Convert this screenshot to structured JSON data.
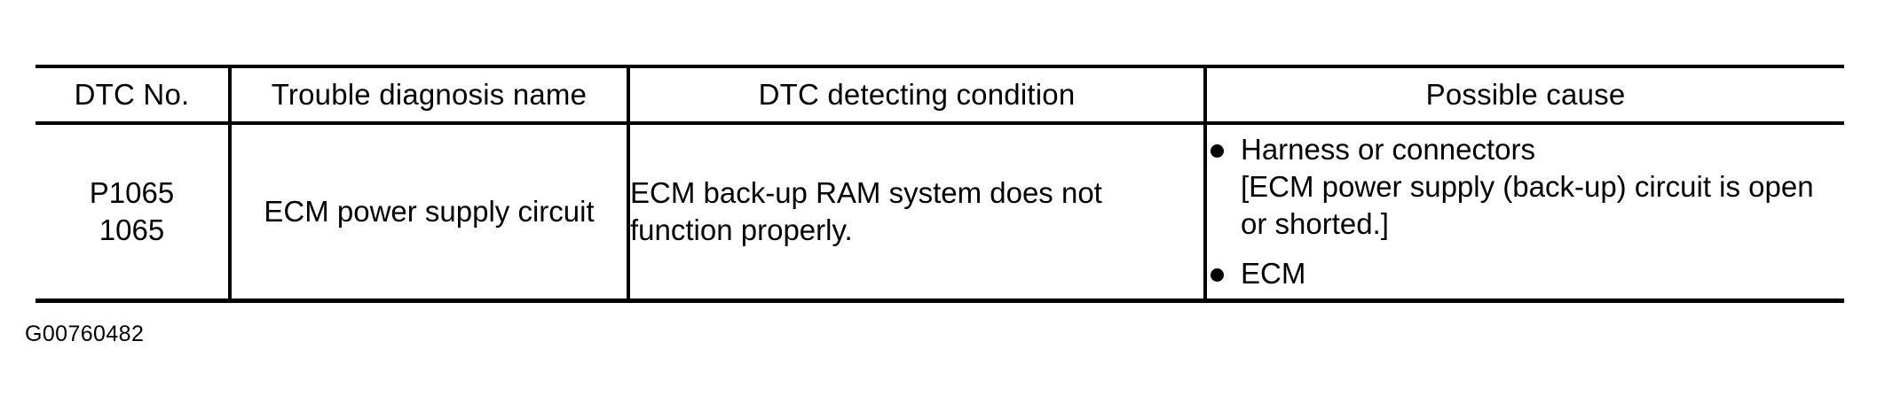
{
  "document": {
    "type": "dtc-diagnostic-table",
    "figure_id": "G00760482",
    "colors": {
      "background": "#ffffff",
      "text": "#000000",
      "rule": "#000000"
    }
  },
  "table": {
    "headers": {
      "dtc_no": "DTC No.",
      "trouble_diagnosis_name": "Trouble diagnosis name",
      "dtc_detecting_condition": "DTC detecting condition",
      "possible_cause": "Possible cause"
    },
    "rows": [
      {
        "dtc_no_primary": "P1065",
        "dtc_no_secondary": "1065",
        "trouble_diagnosis_name": "ECM power supply circuit",
        "dtc_detecting_condition": "ECM back-up RAM system does not function properly.",
        "possible_causes": [
          {
            "text": "Harness or connectors",
            "detail": "[ECM power supply (back-up) circuit is open or shorted.]"
          },
          {
            "text": "ECM",
            "detail": ""
          }
        ]
      }
    ]
  }
}
